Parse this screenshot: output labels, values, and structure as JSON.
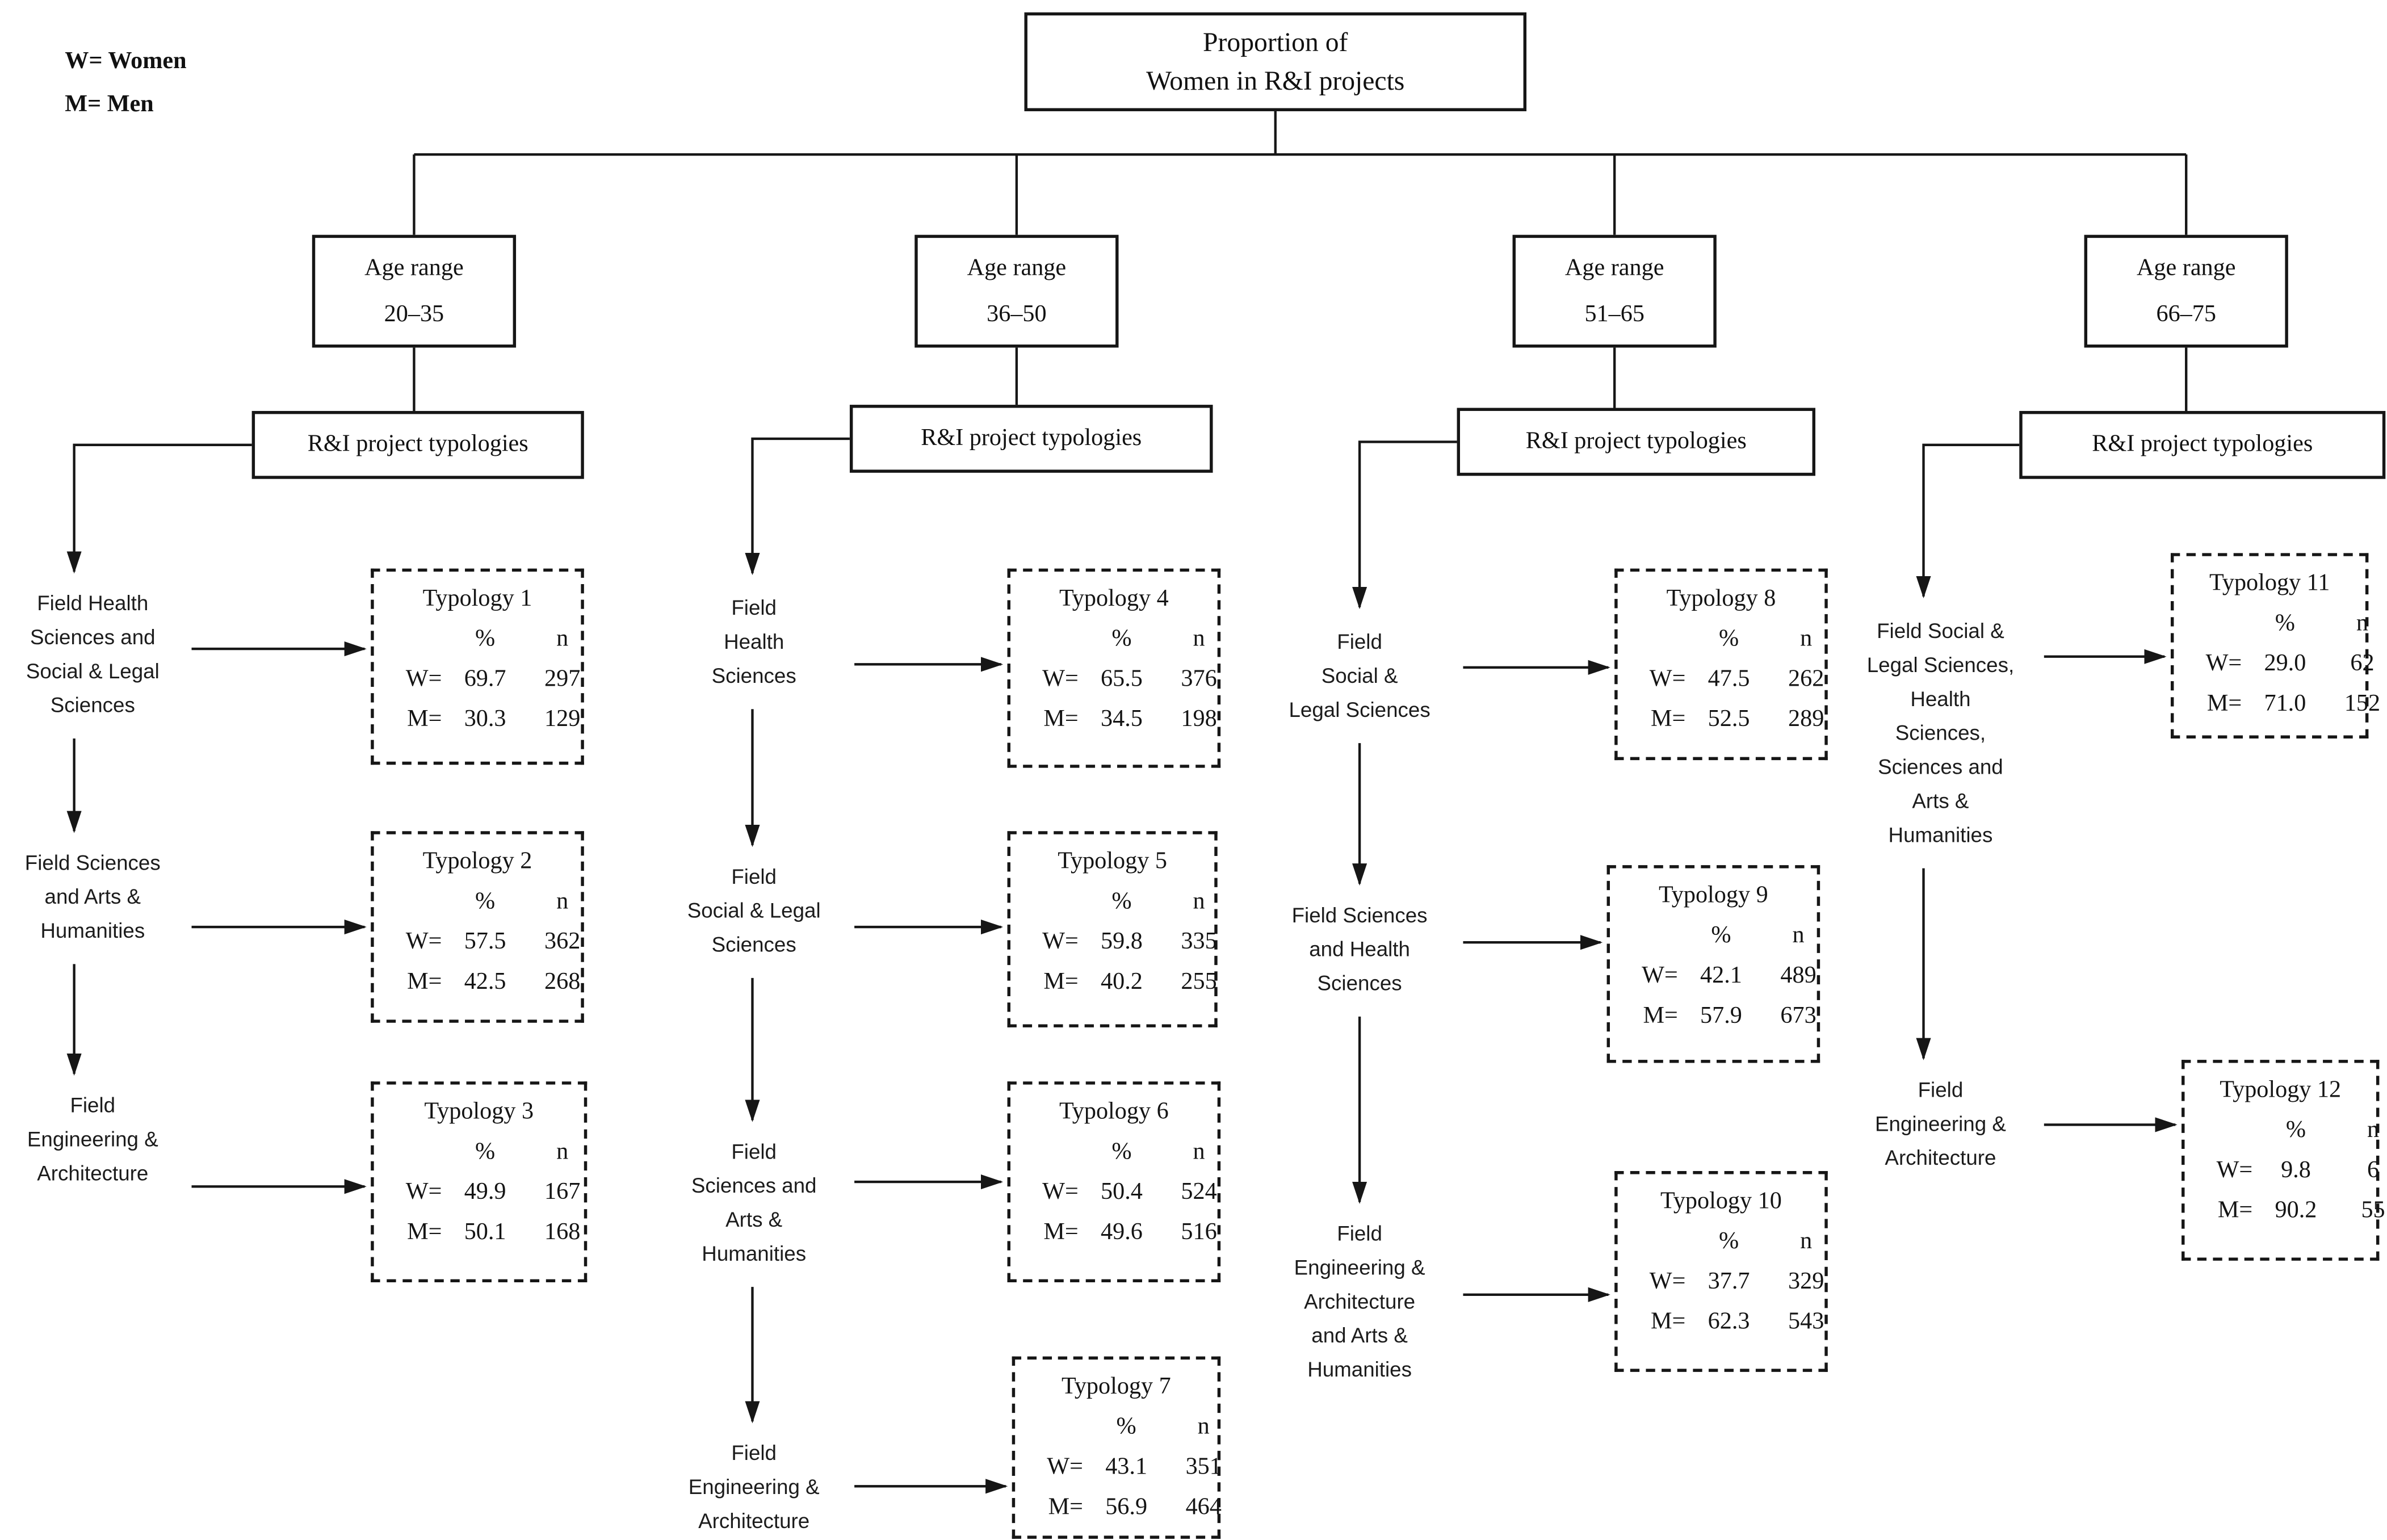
{
  "legend": {
    "women": "W= Women",
    "men": "M= Men"
  },
  "root": {
    "title": "Proportion of\nWomen in R&I projects"
  },
  "columns": [
    {
      "age_range": "Age range\n20–35",
      "typologies_label": "R&I project typologies",
      "flows": [
        {
          "field": "Field Health\nSciences and\nSocial & Legal\nSciences",
          "typology": {
            "name": "Typology 1",
            "pct_header": "%",
            "n_header": "n",
            "women": {
              "label": "W=",
              "pct": "69.7",
              "n": "297"
            },
            "men": {
              "label": "M=",
              "pct": "30.3",
              "n": "129"
            }
          }
        },
        {
          "field": "Field Sciences\nand Arts &\nHumanities",
          "typology": {
            "name": "Typology 2",
            "pct_header": "%",
            "n_header": "n",
            "women": {
              "label": "W=",
              "pct": "57.5",
              "n": "362"
            },
            "men": {
              "label": "M=",
              "pct": "42.5",
              "n": "268"
            }
          }
        },
        {
          "field": "Field\nEngineering &\nArchitecture",
          "typology": {
            "name": "Typology 3",
            "pct_header": "%",
            "n_header": "n",
            "women": {
              "label": "W=",
              "pct": "49.9",
              "n": "167"
            },
            "men": {
              "label": "M=",
              "pct": "50.1",
              "n": "168"
            }
          }
        }
      ]
    },
    {
      "age_range": "Age range\n36–50",
      "typologies_label": "R&I project typologies",
      "flows": [
        {
          "field": "Field\nHealth\nSciences",
          "typology": {
            "name": "Typology 4",
            "pct_header": "%",
            "n_header": "n",
            "women": {
              "label": "W=",
              "pct": "65.5",
              "n": "376"
            },
            "men": {
              "label": "M=",
              "pct": "34.5",
              "n": "198"
            }
          }
        },
        {
          "field": "Field\nSocial & Legal\nSciences",
          "typology": {
            "name": "Typology 5",
            "pct_header": "%",
            "n_header": "n",
            "women": {
              "label": "W=",
              "pct": "59.8",
              "n": "335"
            },
            "men": {
              "label": "M=",
              "pct": "40.2",
              "n": "255"
            }
          }
        },
        {
          "field": "Field\nSciences and\nArts &\nHumanities",
          "typology": {
            "name": "Typology 6",
            "pct_header": "%",
            "n_header": "n",
            "women": {
              "label": "W=",
              "pct": "50.4",
              "n": "524"
            },
            "men": {
              "label": "M=",
              "pct": "49.6",
              "n": "516"
            }
          }
        },
        {
          "field": "Field\nEngineering &\nArchitecture",
          "typology": {
            "name": "Typology 7",
            "pct_header": "%",
            "n_header": "n",
            "women": {
              "label": "W=",
              "pct": "43.1",
              "n": "351"
            },
            "men": {
              "label": "M=",
              "pct": "56.9",
              "n": "464"
            }
          }
        }
      ]
    },
    {
      "age_range": "Age range\n51–65",
      "typologies_label": "R&I project typologies",
      "flows": [
        {
          "field": "Field\nSocial &\nLegal Sciences",
          "typology": {
            "name": "Typology 8",
            "pct_header": "%",
            "n_header": "n",
            "women": {
              "label": "W=",
              "pct": "47.5",
              "n": "262"
            },
            "men": {
              "label": "M=",
              "pct": "52.5",
              "n": "289"
            }
          }
        },
        {
          "field": "Field Sciences\nand Health\nSciences",
          "typology": {
            "name": "Typology 9",
            "pct_header": "%",
            "n_header": "n",
            "women": {
              "label": "W=",
              "pct": "42.1",
              "n": "489"
            },
            "men": {
              "label": "M=",
              "pct": "57.9",
              "n": "673"
            }
          }
        },
        {
          "field": "Field\nEngineering &\nArchitecture\nand Arts &\nHumanities",
          "typology": {
            "name": "Typology 10",
            "pct_header": "%",
            "n_header": "n",
            "women": {
              "label": "W=",
              "pct": "37.7",
              "n": "329"
            },
            "men": {
              "label": "M=",
              "pct": "62.3",
              "n": "543"
            }
          }
        }
      ]
    },
    {
      "age_range": "Age range\n66–75",
      "typologies_label": "R&I project typologies",
      "flows": [
        {
          "field": "Field Social &\nLegal Sciences,\nHealth\nSciences,\nSciences and\nArts &\nHumanities",
          "typology": {
            "name": "Typology 11",
            "pct_header": "%",
            "n_header": "n",
            "women": {
              "label": "W=",
              "pct": "29.0",
              "n": "62"
            },
            "men": {
              "label": "M=",
              "pct": "71.0",
              "n": "152"
            }
          }
        },
        {
          "field": "Field\nEngineering &\nArchitecture",
          "typology": {
            "name": "Typology 12",
            "pct_header": "%",
            "n_header": "n",
            "women": {
              "label": "W=",
              "pct": "9.8",
              "n": "6"
            },
            "men": {
              "label": "M=",
              "pct": "90.2",
              "n": "55"
            }
          }
        }
      ]
    }
  ]
}
